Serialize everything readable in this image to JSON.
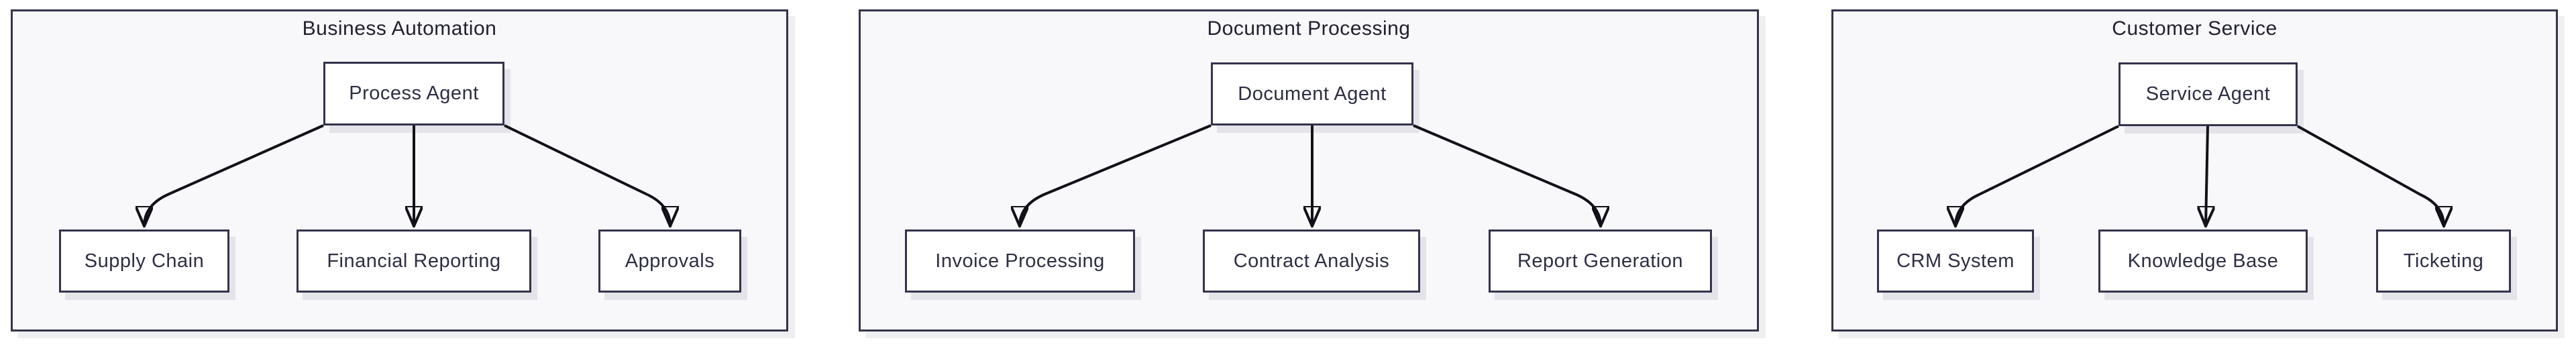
{
  "diagram": {
    "type": "agent-hierarchy-flowchart",
    "colors": {
      "page_background": "#ffffff",
      "group_fill": "#f8f8fb",
      "node_fill": "#ffffff",
      "border": "#33334d",
      "arrow": "#111118",
      "text": "#2e2e44"
    }
  },
  "groups": [
    {
      "title": "Business Automation",
      "agent": {
        "label": "Process Agent"
      },
      "children": [
        {
          "label": "Supply Chain"
        },
        {
          "label": "Financial Reporting"
        },
        {
          "label": "Approvals"
        }
      ]
    },
    {
      "title": "Document Processing",
      "agent": {
        "label": "Document Agent"
      },
      "children": [
        {
          "label": "Invoice Processing"
        },
        {
          "label": "Contract Analysis"
        },
        {
          "label": "Report Generation"
        }
      ]
    },
    {
      "title": "Customer Service",
      "agent": {
        "label": "Service Agent"
      },
      "children": [
        {
          "label": "CRM System"
        },
        {
          "label": "Knowledge Base"
        },
        {
          "label": "Ticketing"
        }
      ]
    }
  ]
}
